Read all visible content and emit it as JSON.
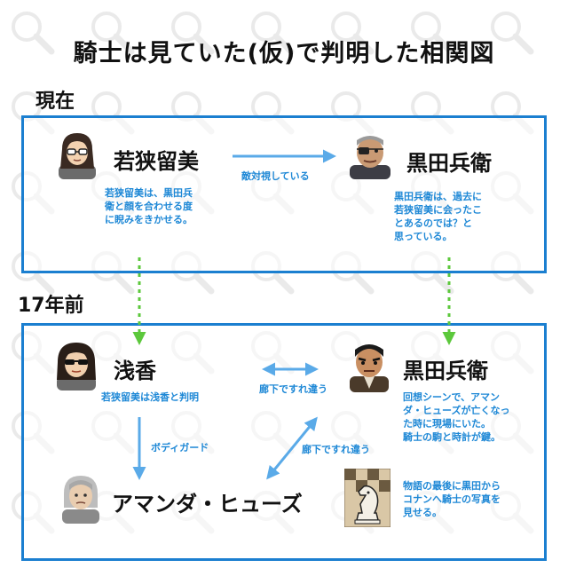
{
  "title": "騎士は見ていた(仮)で判明した相関図",
  "sections": {
    "present": "現在",
    "past": "17年前"
  },
  "present": {
    "left_name": "若狭留美",
    "right_name": "黒田兵衛",
    "relation": "敵対視している",
    "left_note": "若狭留美は、黒田兵\n衛と顔を合わせる度\nに睨みをきかせる。",
    "right_note": "黒田兵衛は、過去に\n若狭留美に会ったこ\nとあるのでは？と\n思っている。"
  },
  "past": {
    "asaka_name": "浅香",
    "kuroda_name": "黒田兵衛",
    "amanda_name": "アマンダ・ヒューズ",
    "rel_corridor_1": "廊下ですれ違う",
    "rel_corridor_2": "廊下ですれ違う",
    "rel_bodyguard": "ボディガード",
    "asaka_note": "若狭留美は浅香と判明",
    "kuroda_note": "回想シーンで、アマン\nダ・ヒューズが亡くなっ\nた時に現場にいた。\n騎士の駒と時計が鍵。",
    "knight_note": "物語の最後に黒田から\nコナンへ騎士の写真を\n見せる。"
  },
  "colors": {
    "panel_border": "#1b7fd0",
    "arrow_blue": "#5aaae8",
    "arrow_green": "#5cc83c",
    "note_text": "#1e88d6"
  }
}
